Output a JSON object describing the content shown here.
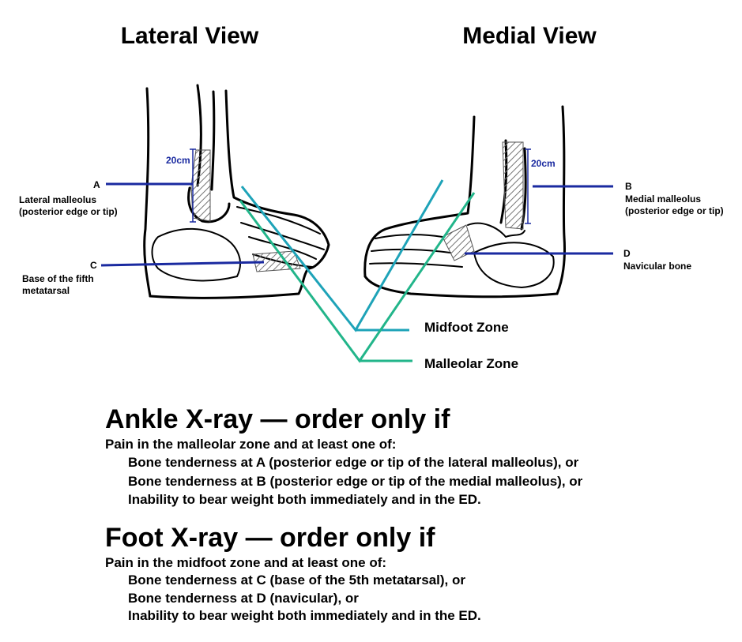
{
  "views": {
    "lateral": {
      "title": "Lateral View",
      "measure": "20cm",
      "points": [
        {
          "letter": "A",
          "lines": [
            "Lateral malleolus",
            "(posterior edge or tip)"
          ]
        },
        {
          "letter": "C",
          "lines": [
            "Base of the fifth",
            "metatarsal"
          ]
        }
      ]
    },
    "medial": {
      "title": "Medial View",
      "measure": "20cm",
      "points": [
        {
          "letter": "B",
          "lines": [
            "Medial malleolus",
            "(posterior edge or tip)"
          ]
        },
        {
          "letter": "D",
          "lines": [
            "Navicular bone"
          ]
        }
      ]
    }
  },
  "zones": {
    "midfoot": {
      "label": "Midfoot Zone",
      "color": "#1ea3b8"
    },
    "malleolar": {
      "label": "Malleolar Zone",
      "color": "#22b58a"
    }
  },
  "colors": {
    "marker_line": "#1a2aa0",
    "outline": "#000000",
    "hatch": "#777777"
  },
  "rules": [
    {
      "title": "Ankle X-ray — order only if",
      "intro": "Pain in the malleolar zone and at least one of:",
      "criteria": [
        "Bone tenderness at A (posterior edge or tip of the lateral malleolus), or",
        "Bone tenderness at B (posterior edge or tip of the medial malleolus), or",
        "Inability to bear weight both immediately and in the ED."
      ]
    },
    {
      "title": "Foot X-ray — order only if",
      "intro": "Pain in the midfoot zone and at least one of:",
      "criteria": [
        "Bone tenderness at C (base of the 5th metatarsal), or",
        "Bone tenderness at D (navicular), or",
        "Inability to bear weight both immediately and in the ED."
      ]
    }
  ]
}
